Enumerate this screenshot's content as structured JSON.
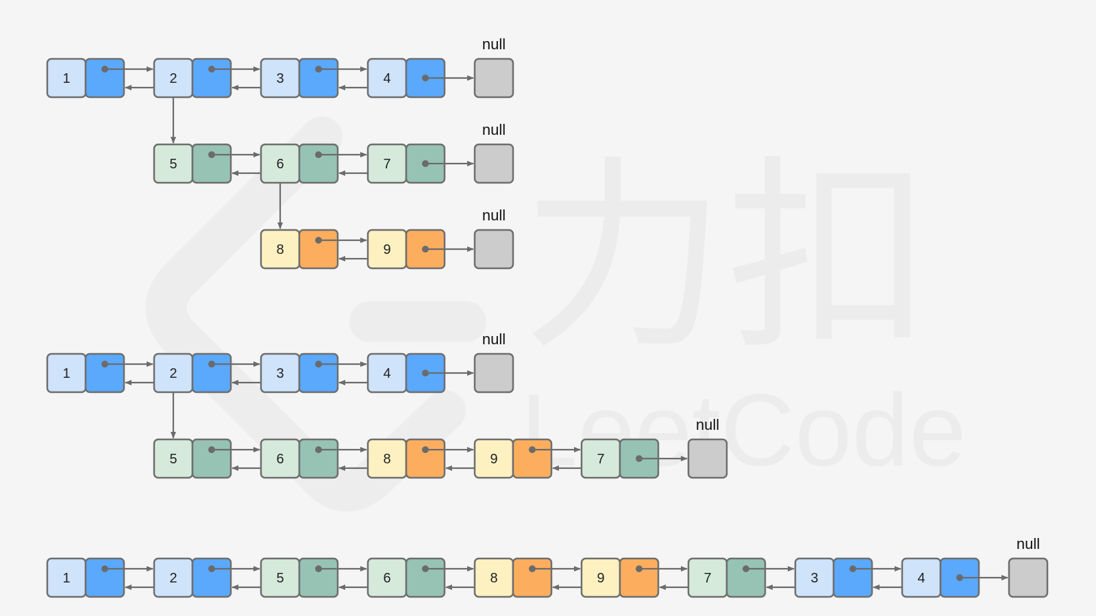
{
  "colors": {
    "background": "#f5f5f5",
    "border": "#6e6e6e",
    "arrow": "#6b6b6b",
    "null_fill": "#cccccc",
    "blue": {
      "light": "#cfe3fb",
      "dark": "#5aa9fc"
    },
    "green": {
      "light": "#d6eadb",
      "dark": "#96c3b4"
    },
    "orange": {
      "light": "#fdf1c2",
      "dark": "#fcae5e"
    }
  },
  "null_text": "null",
  "watermark": {
    "logo": "LeetCode",
    "chinese": "力扣"
  },
  "diagrams": [
    {
      "name": "multilevel-list",
      "levels": [
        {
          "nodes": [
            {
              "label": "1",
              "color": "blue"
            },
            {
              "label": "2",
              "color": "blue",
              "child_level": 1
            },
            {
              "label": "3",
              "color": "blue"
            },
            {
              "label": "4",
              "color": "blue"
            }
          ]
        },
        {
          "parent": "2",
          "nodes": [
            {
              "label": "5",
              "color": "green"
            },
            {
              "label": "6",
              "color": "green",
              "child_level": 2
            },
            {
              "label": "7",
              "color": "green"
            }
          ]
        },
        {
          "parent": "6",
          "nodes": [
            {
              "label": "8",
              "color": "orange"
            },
            {
              "label": "9",
              "color": "orange"
            }
          ]
        }
      ]
    },
    {
      "name": "partially-flattened-list",
      "levels": [
        {
          "nodes": [
            {
              "label": "1",
              "color": "blue"
            },
            {
              "label": "2",
              "color": "blue",
              "child_level": 1
            },
            {
              "label": "3",
              "color": "blue"
            },
            {
              "label": "4",
              "color": "blue"
            }
          ]
        },
        {
          "parent": "2",
          "nodes": [
            {
              "label": "5",
              "color": "green"
            },
            {
              "label": "6",
              "color": "green"
            },
            {
              "label": "8",
              "color": "orange"
            },
            {
              "label": "9",
              "color": "orange"
            },
            {
              "label": "7",
              "color": "green"
            }
          ]
        }
      ]
    },
    {
      "name": "flattened-list",
      "levels": [
        {
          "nodes": [
            {
              "label": "1",
              "color": "blue"
            },
            {
              "label": "2",
              "color": "blue"
            },
            {
              "label": "5",
              "color": "green"
            },
            {
              "label": "6",
              "color": "green"
            },
            {
              "label": "8",
              "color": "orange"
            },
            {
              "label": "9",
              "color": "orange"
            },
            {
              "label": "7",
              "color": "green"
            },
            {
              "label": "3",
              "color": "blue"
            },
            {
              "label": "4",
              "color": "blue"
            }
          ]
        }
      ]
    }
  ]
}
